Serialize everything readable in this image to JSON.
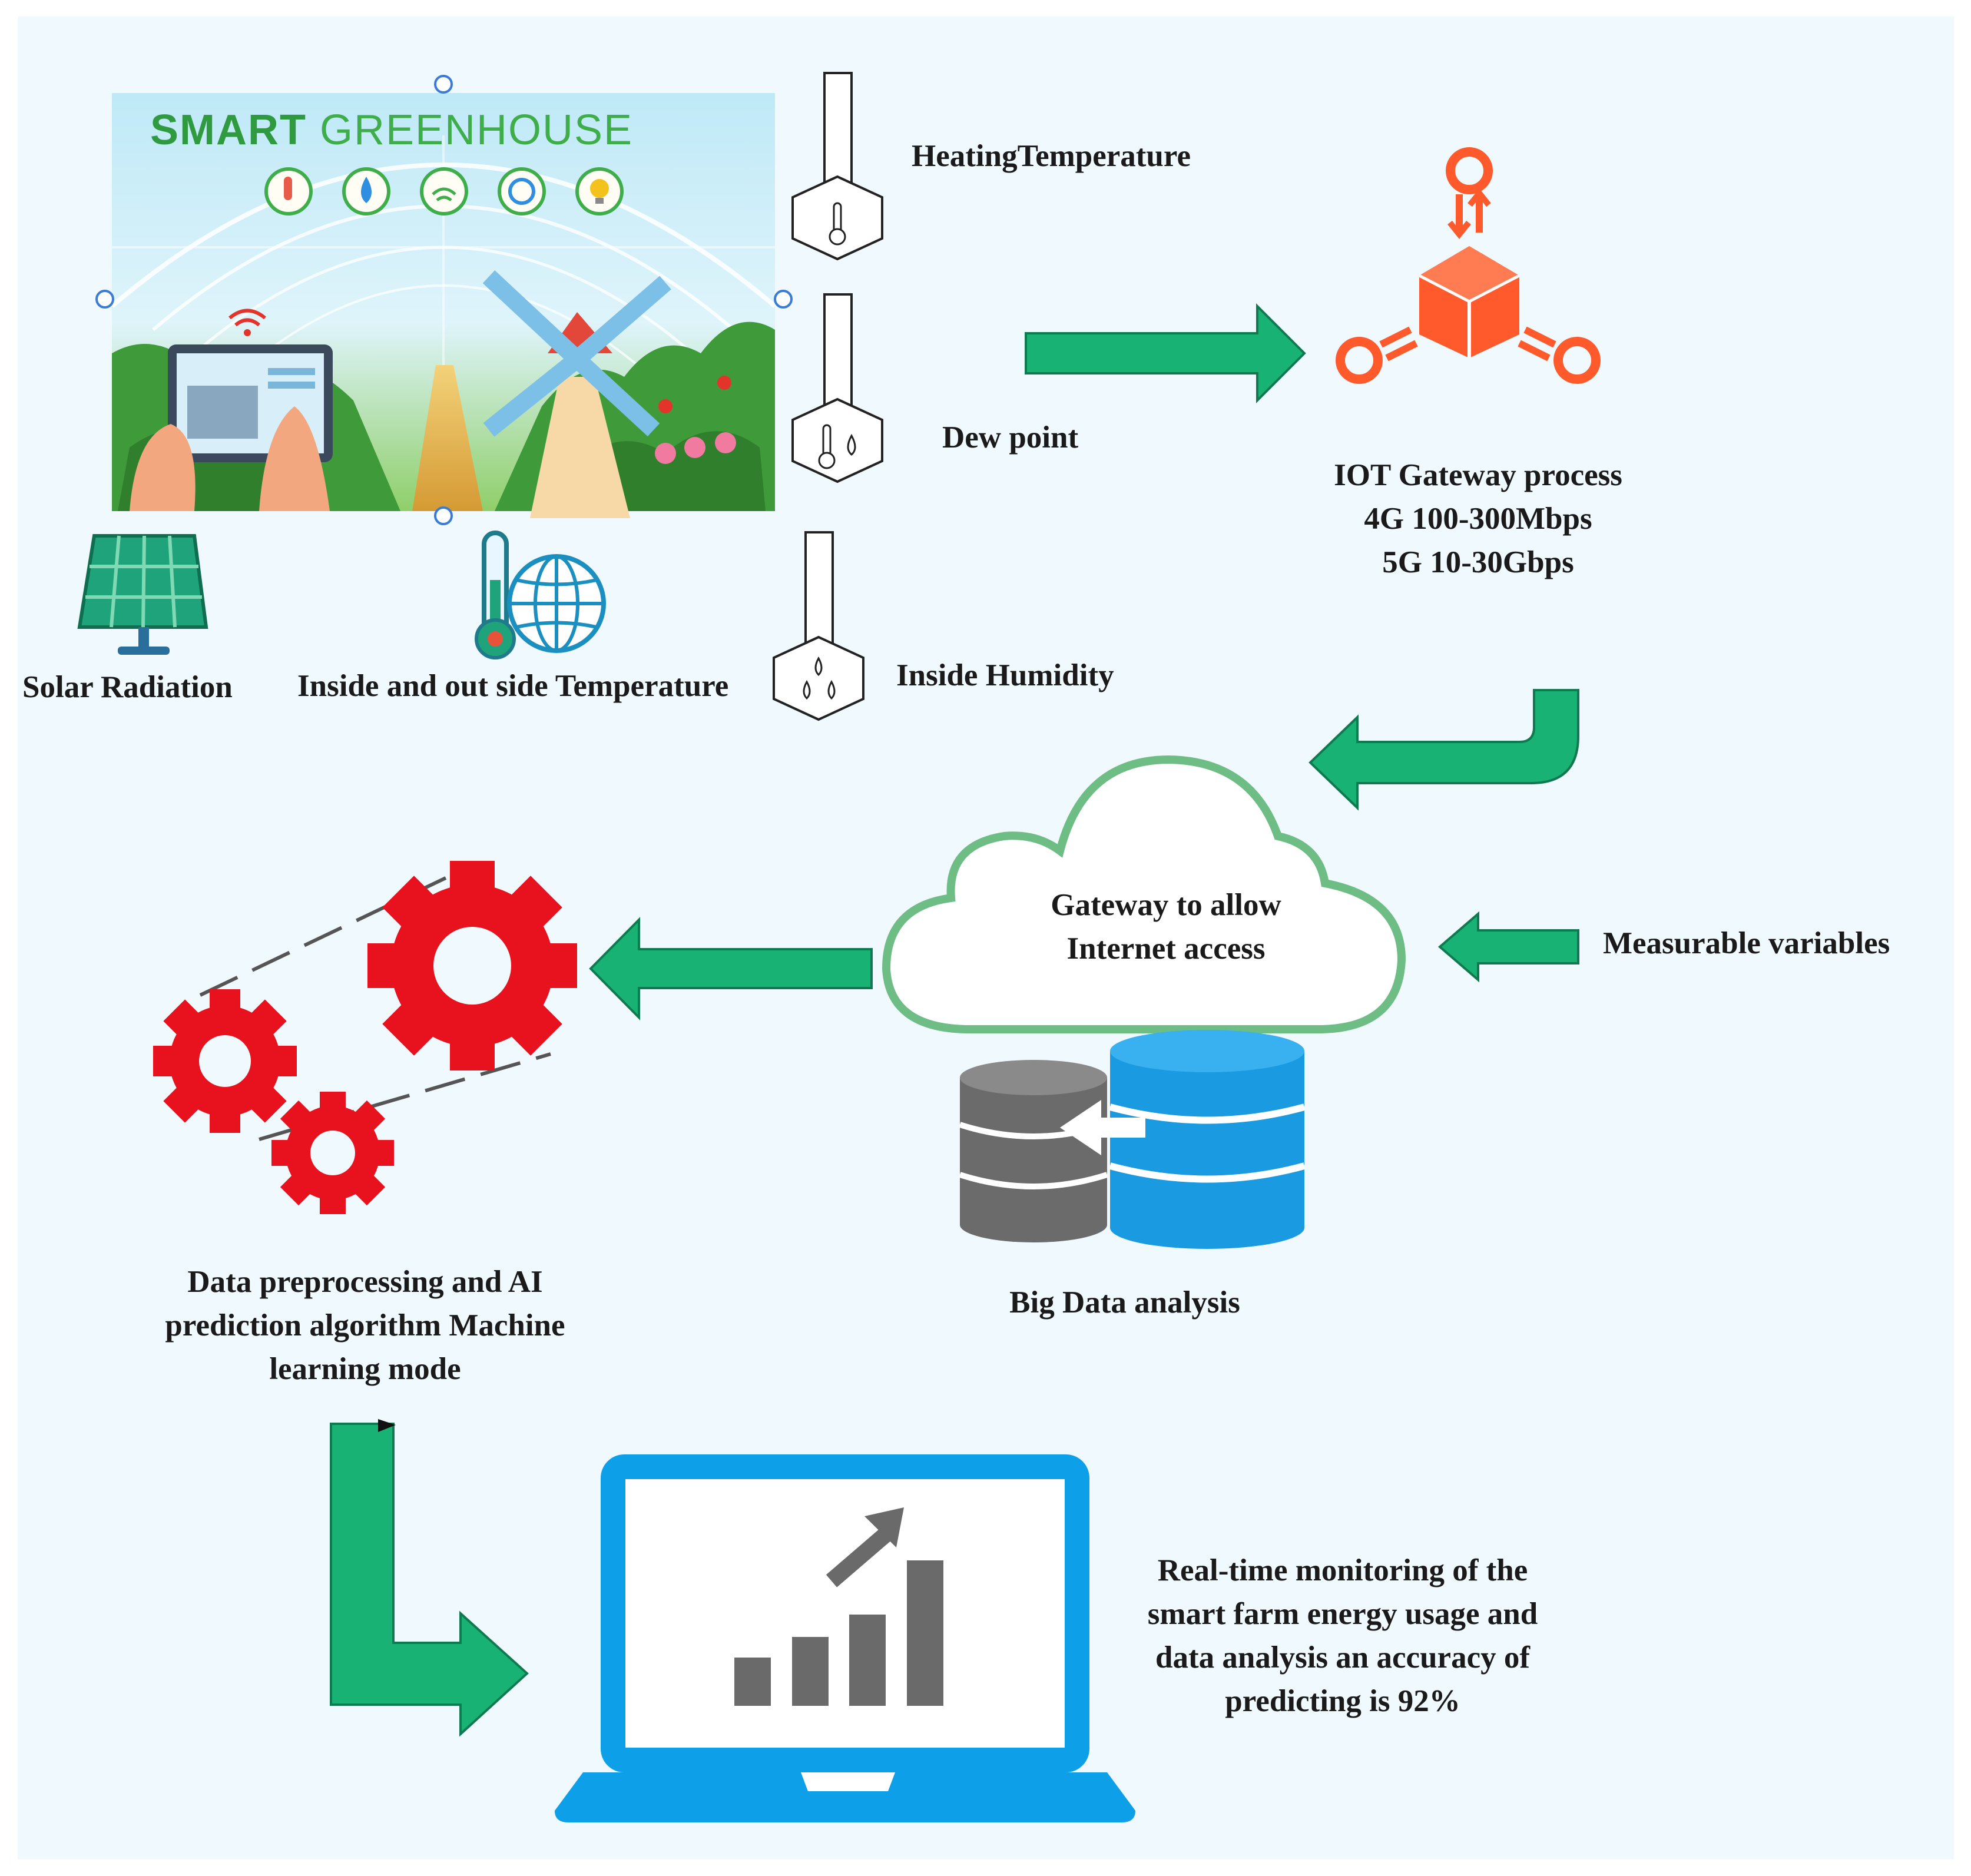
{
  "greenhouse_photo": {
    "title_word_1": "SMART",
    "title_word_2": "GREENHOUSE"
  },
  "sensors": {
    "heating_temperature": "HeatingTemperature",
    "dew_point": "Dew point",
    "inside_humidity": "Inside Humidity",
    "solar_radiation": "Solar  Radiation",
    "inside_outside_temperature": "Inside and out side Temperature"
  },
  "iot_gateway": {
    "title": "IOT Gateway process",
    "line_4g": "4G 100-300Mbps",
    "line_5g": "5G  10-30Gbps"
  },
  "cloud": {
    "line1": "Gateway to allow",
    "line2": "Internet access"
  },
  "measurable_variables": "Measurable variables",
  "big_data": "Big Data analysis",
  "ai_module": {
    "line1": "Data preprocessing and AI",
    "line2": "prediction algorithm Machine",
    "line3": "learning mode"
  },
  "monitoring": {
    "line1": "Real-time monitoring of the",
    "line2": "smart farm energy usage and",
    "line3": "data analysis an accuracy of",
    "line4": "predicting  is 92%"
  },
  "colors": {
    "arrow_green": "#17b274",
    "gateway_orange": "#ff5a2c",
    "gear_red": "#e8121e",
    "laptop_blue": "#0da0e8",
    "cloud_outline": "#6dbd84",
    "database_blue": "#1a9ae0",
    "database_grey": "#6b6b6b"
  }
}
